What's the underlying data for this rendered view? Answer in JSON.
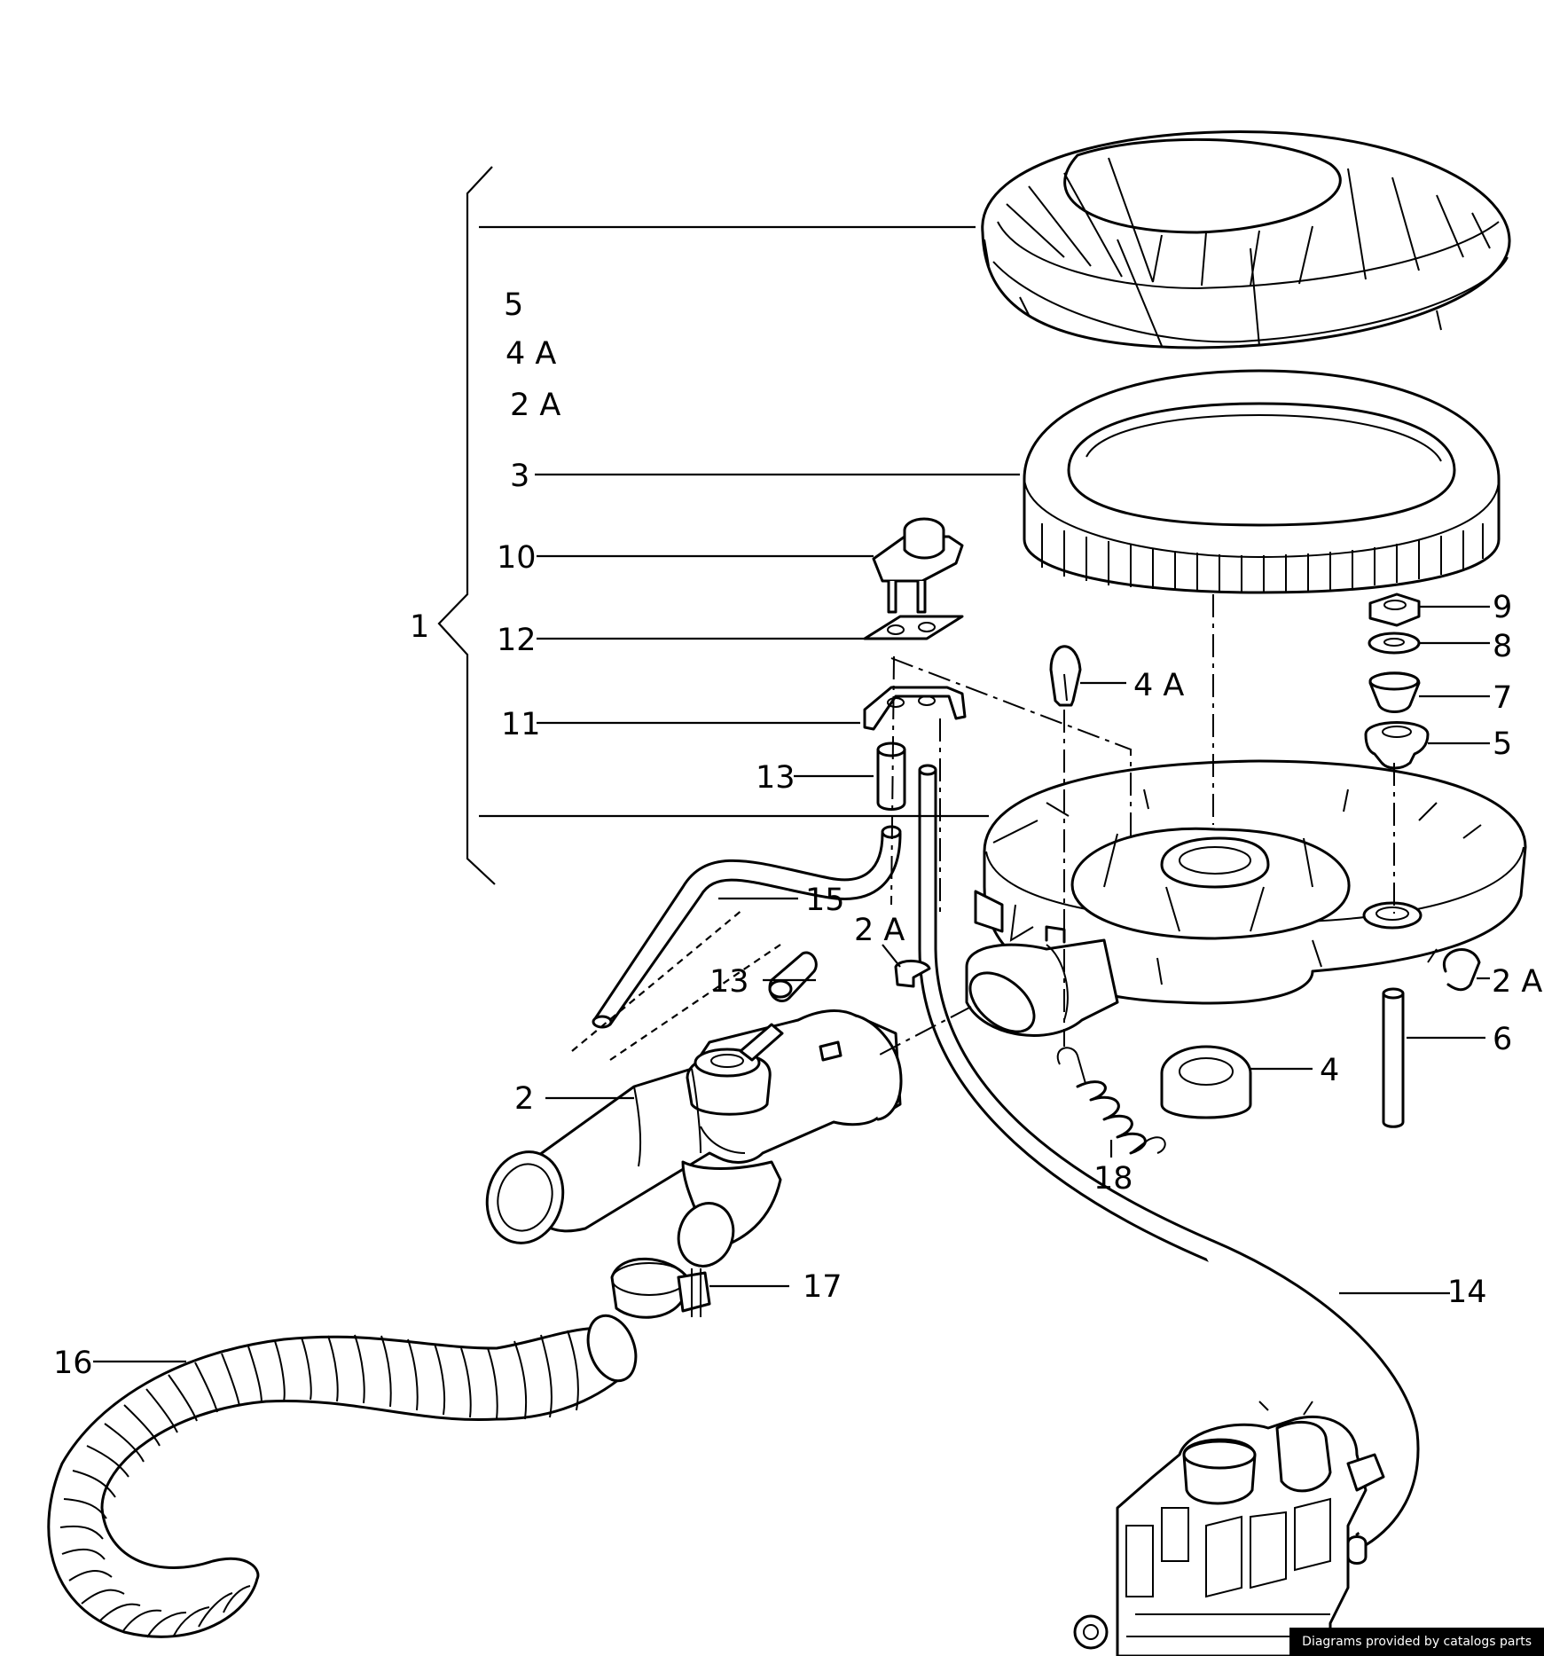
{
  "diagram": {
    "labels": {
      "l1": "1",
      "l5top": "5",
      "l4atop": "4 A",
      "l2atop": "2 A",
      "l3": "3",
      "l10": "10",
      "l12": "12",
      "l11": "11",
      "l13a": "13",
      "l9": "9",
      "l8": "8",
      "l7": "7",
      "l5": "5",
      "l4a": "4 A",
      "l15": "15",
      "l2amid": "2 A",
      "l13b": "13",
      "l2aright": "2 A",
      "l6": "6",
      "l4": "4",
      "l2": "2",
      "l18": "18",
      "l17": "17",
      "l14": "14",
      "l16": "16"
    }
  },
  "footer": {
    "credit": "Diagrams provided by catalogs parts"
  }
}
